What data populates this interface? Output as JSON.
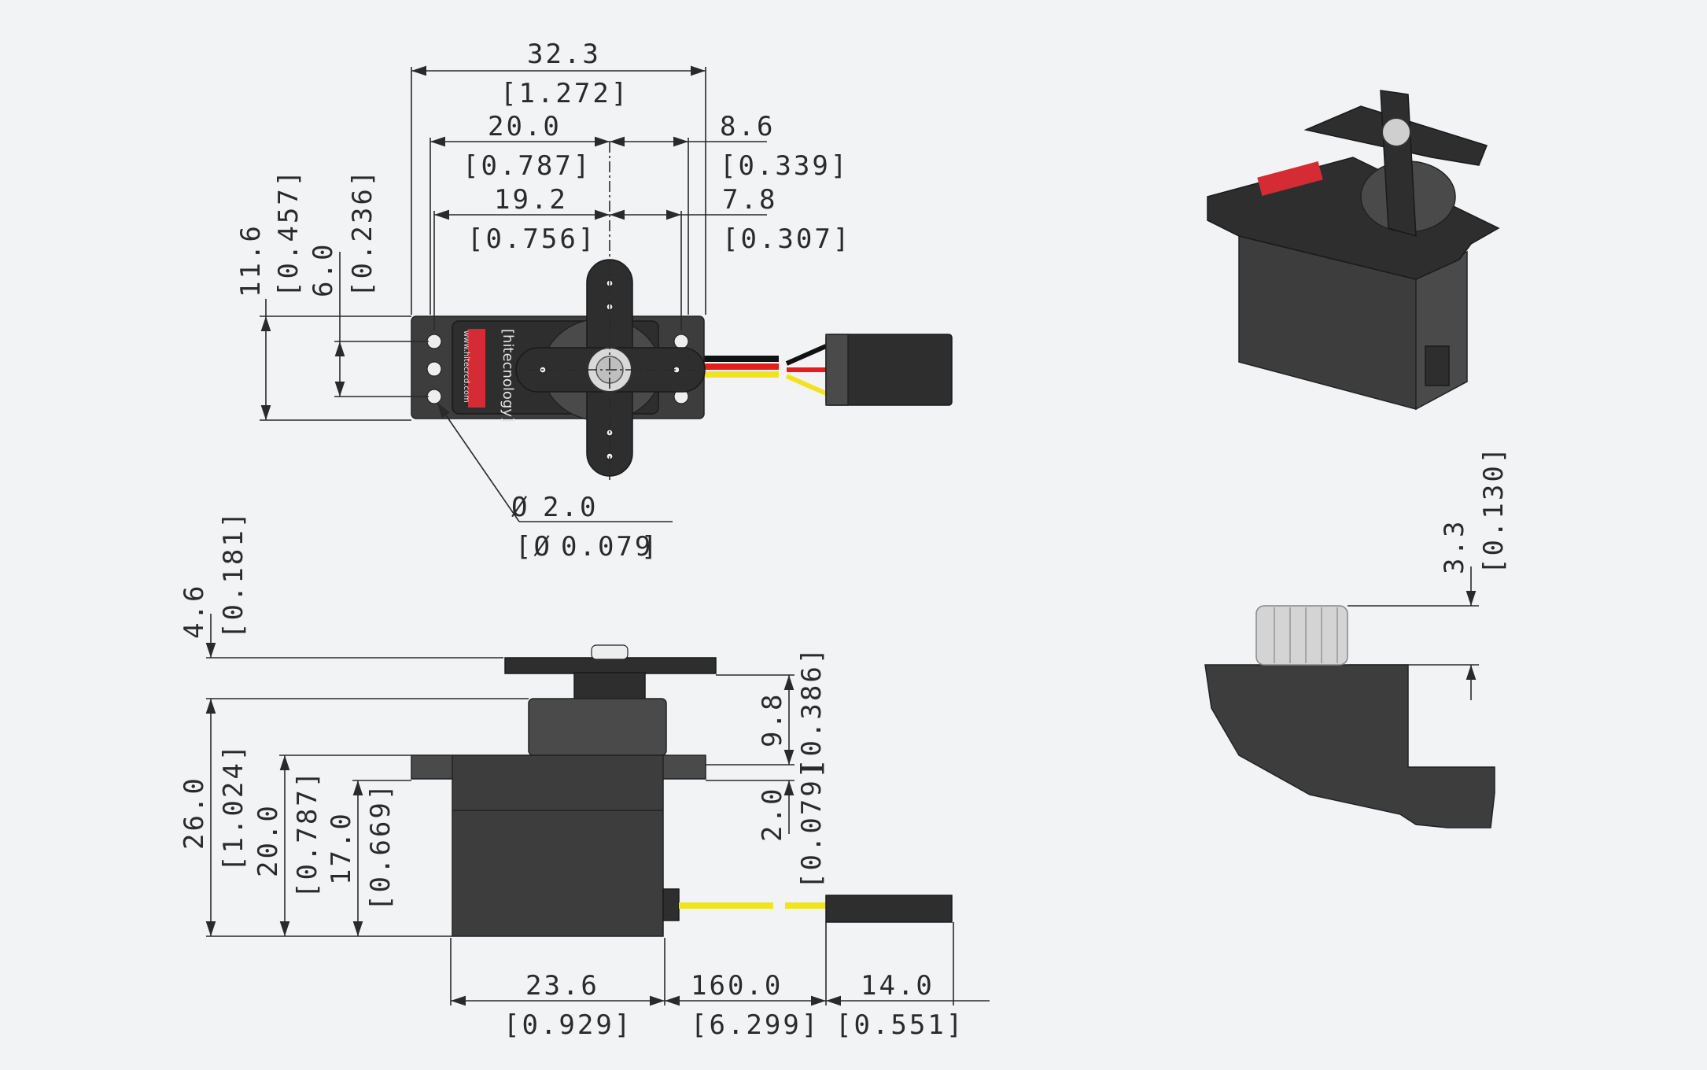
{
  "colors": {
    "background": "#f2f3f5",
    "body": "#3d3d3d",
    "label_red": "#d42b34",
    "wire_red": "#e0201a",
    "wire_yellow": "#f2e321",
    "wire_black": "#111111"
  },
  "top_view": {
    "width_overall": "32.3",
    "width_overall_in": "[1.272]",
    "width_body": "20.0",
    "width_body_in": "[0.787]",
    "horn_offset": "8.6",
    "horn_offset_in": "[0.339]",
    "hole_spacing": "19.2",
    "hole_spacing_in": "[0.756]",
    "hole_offset": "7.8",
    "hole_offset_in": "[0.307]",
    "depth": "11.6",
    "depth_in": "[0.457]",
    "hole_gap": "6.0",
    "hole_gap_in": "[0.236]",
    "hole_diameter": "2.0",
    "hole_diameter_in": "0.079",
    "label_brand": "[hitecnology]",
    "label_sub": "www.hitecrcd.com"
  },
  "side_view": {
    "spline_height": "4.6",
    "spline_height_in": "[0.181]",
    "height_overall": "26.0",
    "height_overall_in": "[1.024]",
    "height_mount": "20.0",
    "height_mount_in": "[0.787]",
    "height_body": "17.0",
    "height_body_in": "[0.669]",
    "horn_height": "9.8",
    "horn_height_in": "[0.386]",
    "flange_thick": "2.0",
    "flange_thick_in": "[0.079]",
    "body_length": "23.6",
    "body_length_in": "[0.929]",
    "wire_length": "160.0",
    "wire_length_in": "[6.299]",
    "connector_length": "14.0",
    "connector_length_in": "[0.551]"
  },
  "detail_view": {
    "spline_length": "3.3",
    "spline_length_in": "[0.130]"
  }
}
